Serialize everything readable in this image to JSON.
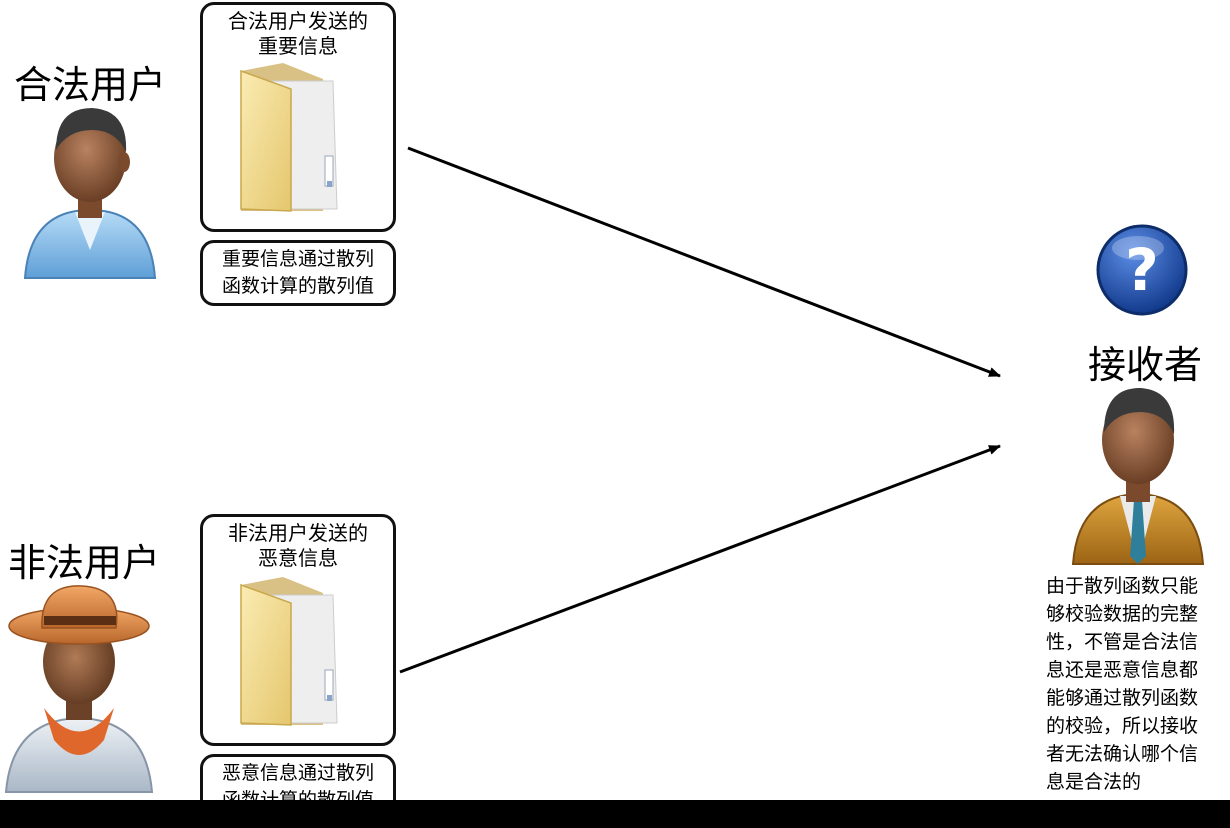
{
  "legit_user": {
    "label": "合法用户",
    "box_title_line1": "合法用户发送的",
    "box_title_line2": "重要信息",
    "caption_line1": "重要信息通过散列",
    "caption_line2": "函数计算的散列值"
  },
  "illegal_user": {
    "label": "非法用户",
    "box_title_line1": "非法用户发送的",
    "box_title_line2": "恶意信息",
    "caption_line1": "恶意信息通过散列",
    "caption_line2": "函数计算的散列值"
  },
  "receiver": {
    "label": "接收者",
    "question_mark": "?",
    "note_lines": [
      "由于散列函数只能",
      "够校验数据的完整",
      "性，不管是合法信",
      "息还是恶意信息都",
      "能够通过散列函数",
      "的校验，所以接收",
      "者无法确认哪个信",
      "息是合法的"
    ]
  },
  "colors": {
    "folder_fill": "#f3dc8c",
    "folder_dark": "#d9b95a",
    "question_blue": "#1a4fb3",
    "legit_shirt": "#8fc3ec",
    "illegal_hat": "#d8823e",
    "receiver_jacket": "#c0841f",
    "skin": "#8a5a3a"
  }
}
